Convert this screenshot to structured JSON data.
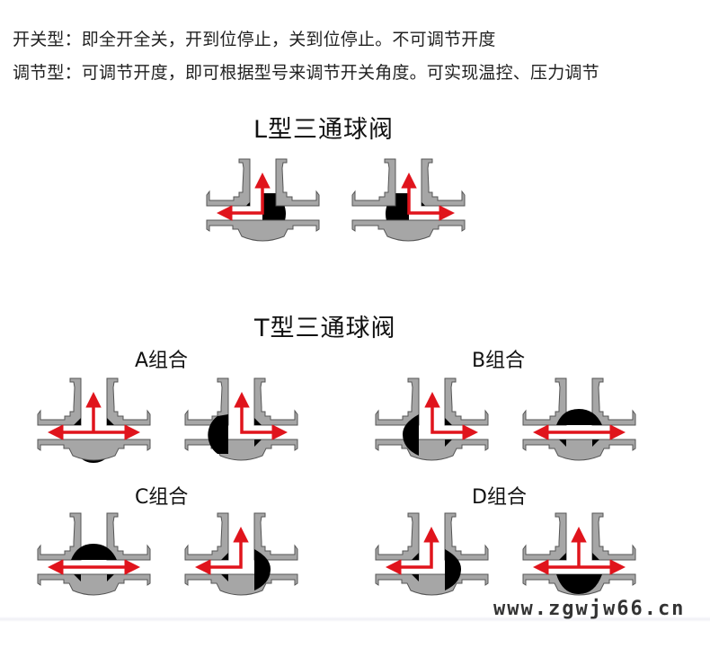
{
  "description": {
    "line1": "开关型：即全开全关，开到位停止，关到位停止。不可调节开度",
    "line2": "调节型：可调节开度，即可根据型号来调节开关角度。可实现温控、压力调节"
  },
  "l_type": {
    "title": "L型三通球阀",
    "valves": [
      {
        "name": "L-left",
        "ball": "L-up-left",
        "arrows": [
          "up",
          "left"
        ]
      },
      {
        "name": "L-right",
        "ball": "L-up-right",
        "arrows": [
          "up",
          "right"
        ]
      }
    ]
  },
  "t_type": {
    "title": "T型三通球阀",
    "groups": [
      {
        "label": "A组合",
        "valves": [
          {
            "ball": "T-up-left-right",
            "arrows": [
              "up",
              "left",
              "right"
            ]
          },
          {
            "ball": "L-up-right",
            "arrows": [
              "up",
              "right"
            ]
          }
        ]
      },
      {
        "label": "B组合",
        "valves": [
          {
            "ball": "L-up-right",
            "arrows": [
              "up",
              "right"
            ]
          },
          {
            "ball": "straight-left-right",
            "arrows": [
              "left",
              "right"
            ]
          }
        ]
      },
      {
        "label": "C组合",
        "valves": [
          {
            "ball": "straight-left-right",
            "arrows": [
              "left",
              "right"
            ]
          },
          {
            "ball": "L-up-left",
            "arrows": [
              "up",
              "left"
            ]
          }
        ]
      },
      {
        "label": "D组合",
        "valves": [
          {
            "ball": "L-up-left",
            "arrows": [
              "up",
              "left"
            ]
          },
          {
            "ball": "T-up-left-right",
            "arrows": [
              "up",
              "left",
              "right"
            ]
          }
        ]
      }
    ]
  },
  "colors": {
    "body": "#a6a6a6",
    "outline": "#555555",
    "ball": "#000000",
    "arrow": "#e0141c",
    "text": "#111111"
  },
  "watermark": "www.zgwjw66.cn"
}
